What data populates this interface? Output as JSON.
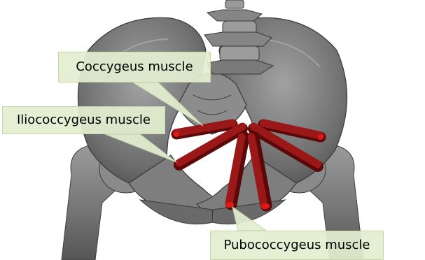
{
  "labels": {
    "coccygeus": "Coccygeus muscle",
    "iliococcygeus": "Iliococcygeus muscle",
    "pubococcygeus": "Pubococcygeus muscle"
  },
  "colors": {
    "bone": "#7c7c7c",
    "bone_dark": "#4a4a4a",
    "bone_light": "#a6a6a6",
    "muscle": "#8a1414",
    "muscle_dark": "#5a0808",
    "muscle_tip": "#e01818",
    "callout_fill": "#e2eed0"
  },
  "icons": [
    "pelvis-bone-illustration",
    "muscle-rod"
  ]
}
